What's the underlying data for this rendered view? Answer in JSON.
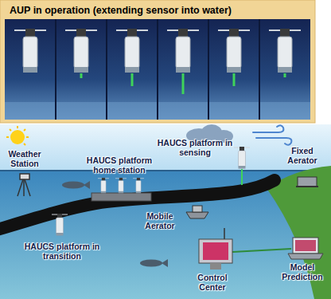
{
  "diagram": {
    "title": "AUP in operation (extending sensor into water)",
    "labels": [
      "Weather Station",
      "HAUCS platform home station",
      "HAUCS platform in sensing",
      "Fixed Aerator",
      "Mobile Aerator",
      "HAUCS platform in transition",
      "Control Center",
      "Model Prediction"
    ]
  }
}
